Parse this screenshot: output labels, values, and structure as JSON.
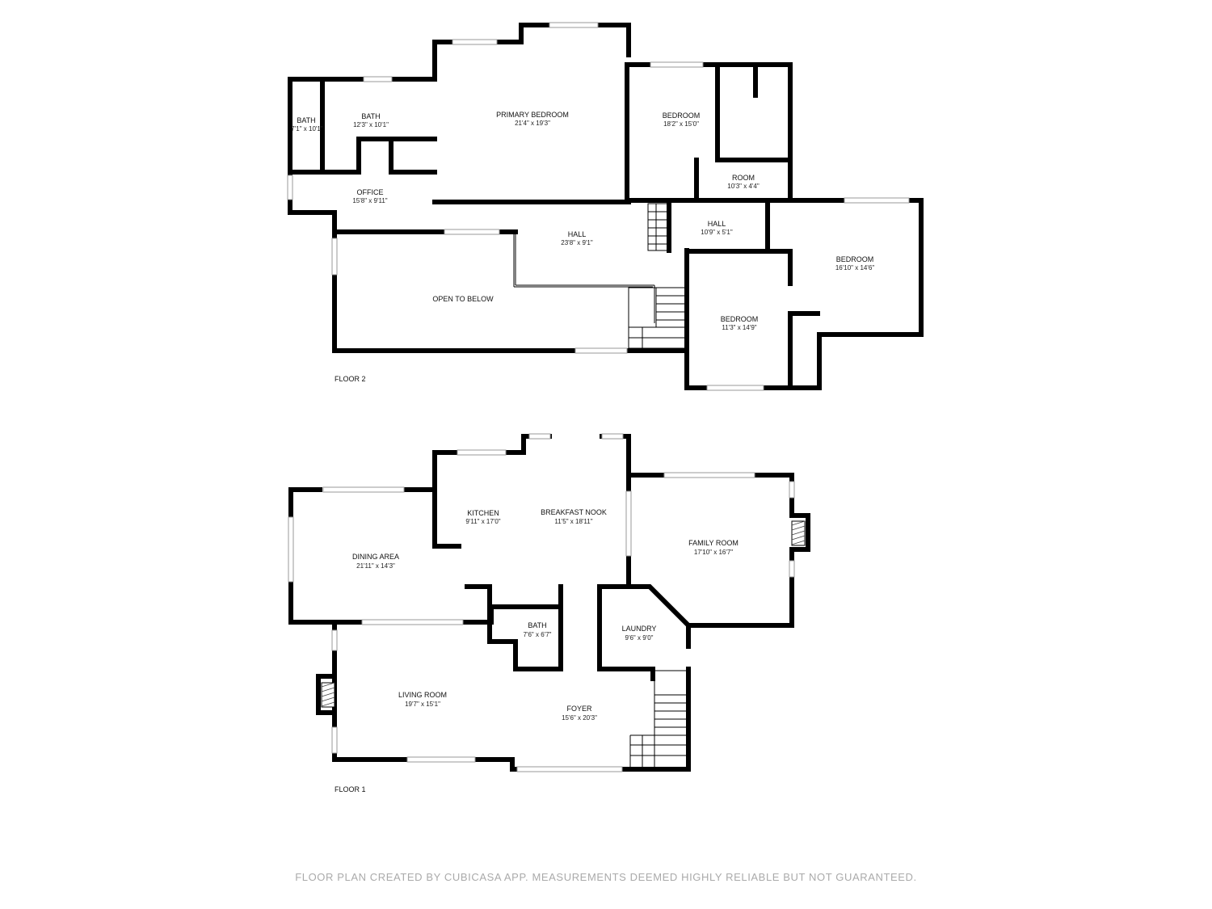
{
  "floors": [
    {
      "label": "FLOOR 2",
      "rooms": [
        {
          "name": "BATH",
          "dims": "7'1\" x 10'1\""
        },
        {
          "name": "BATH",
          "dims": "12'3\" x 10'1\""
        },
        {
          "name": "PRIMARY BEDROOM",
          "dims": "21'4\" x 19'3\""
        },
        {
          "name": "BEDROOM",
          "dims": "18'2\" x 15'0\""
        },
        {
          "name": "ROOM",
          "dims": "10'3\" x 4'4\""
        },
        {
          "name": "OFFICE",
          "dims": "15'8\" x 9'11\""
        },
        {
          "name": "HALL",
          "dims": "23'8\" x 9'1\""
        },
        {
          "name": "HALL",
          "dims": "10'9\" x 5'1\""
        },
        {
          "name": "BEDROOM",
          "dims": "16'10\" x 14'6\""
        },
        {
          "name": "OPEN TO BELOW",
          "dims": ""
        },
        {
          "name": "BEDROOM",
          "dims": "11'3\" x 14'9\""
        }
      ]
    },
    {
      "label": "FLOOR 1",
      "rooms": [
        {
          "name": "KITCHEN",
          "dims": "9'11\" x 17'0\""
        },
        {
          "name": "BREAKFAST NOOK",
          "dims": "11'5\" x 18'11\""
        },
        {
          "name": "FAMILY ROOM",
          "dims": "17'10\" x 16'7\""
        },
        {
          "name": "DINING AREA",
          "dims": "21'11\" x 14'3\""
        },
        {
          "name": "BATH",
          "dims": "7'6\" x 6'7\""
        },
        {
          "name": "LAUNDRY",
          "dims": "9'6\" x 9'0\""
        },
        {
          "name": "LIVING ROOM",
          "dims": "19'7\" x 15'1\""
        },
        {
          "name": "FOYER",
          "dims": "15'6\" x 20'3\""
        }
      ]
    }
  ],
  "footer": "FLOOR PLAN CREATED BY CUBICASA APP. MEASUREMENTS DEEMED HIGHLY RELIABLE BUT NOT GUARANTEED."
}
